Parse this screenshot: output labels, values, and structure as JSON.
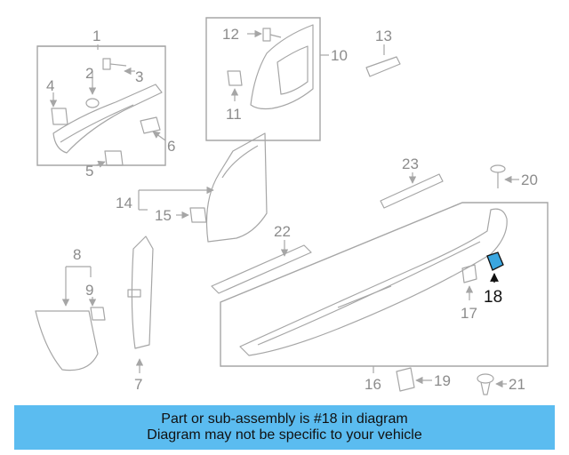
{
  "callouts": {
    "c1": "1",
    "c2": "2",
    "c3": "3",
    "c4": "4",
    "c5": "5",
    "c6": "6",
    "c7": "7",
    "c8": "8",
    "c9": "9",
    "c10": "10",
    "c11": "11",
    "c12": "12",
    "c13": "13",
    "c14": "14",
    "c15": "15",
    "c16": "16",
    "c17": "17",
    "c18": "18",
    "c19": "19",
    "c20": "20",
    "c21": "21",
    "c22": "22",
    "c23": "23"
  },
  "highlighted_part": "18",
  "colors": {
    "banner": "#5bbcf0",
    "highlight_part": "#3aa6e0",
    "line_art": "#a6a6a6"
  },
  "banner": {
    "line1": "Part or sub-assembly is #18 in diagram",
    "line2": "Diagram may not be specific to your vehicle"
  }
}
